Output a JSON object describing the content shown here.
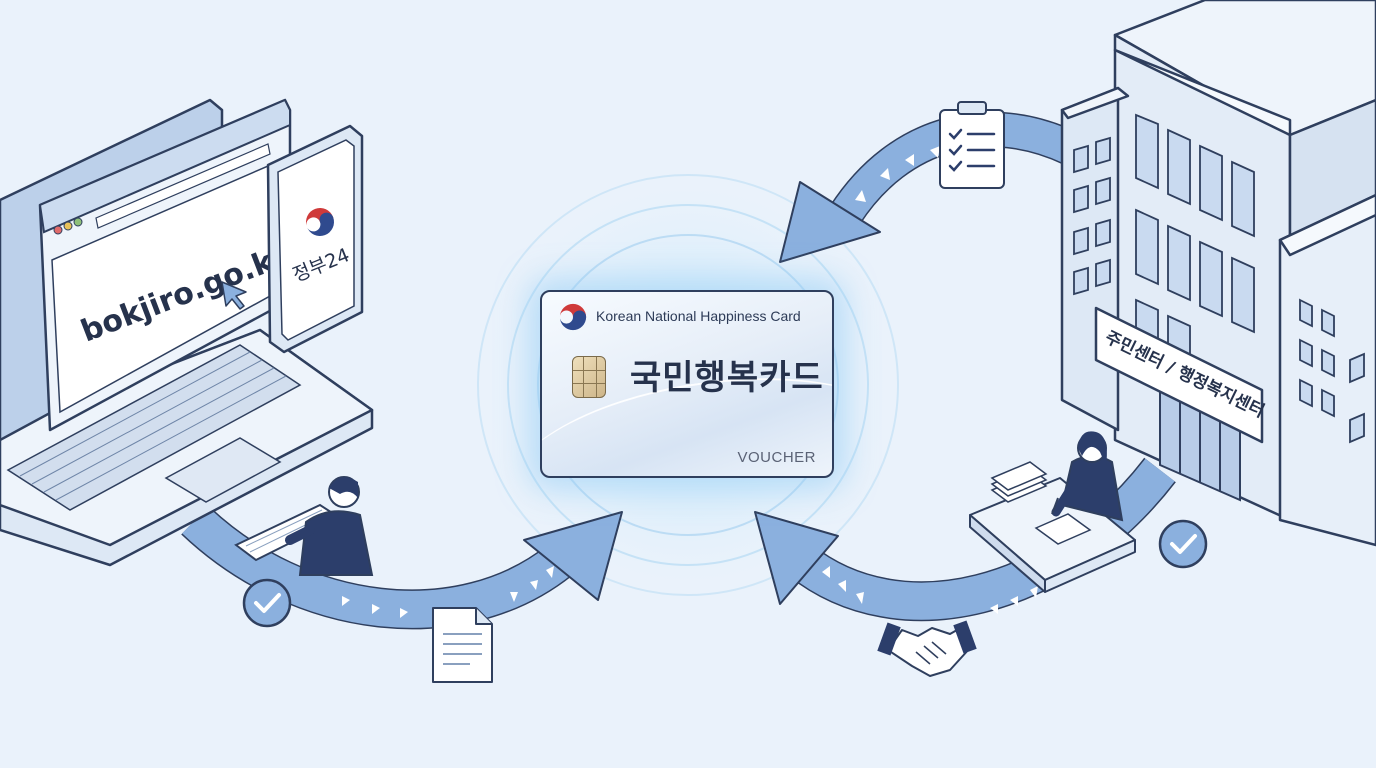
{
  "website": {
    "url": "bokjiro.go.kr"
  },
  "phone": {
    "app_name": "정부24"
  },
  "card": {
    "brand": "Korean National Happiness Card",
    "title": "국민행복카드",
    "type": "VOUCHER"
  },
  "office": {
    "sign": "주민센터 / 행정복지센터"
  },
  "icons": [
    "browser-cursor-icon",
    "taegeuk-emblem-icon",
    "checkmark-icon",
    "document-icon",
    "clipboard-checklist-icon",
    "handshake-icon",
    "card-chip-icon"
  ],
  "colors": {
    "arrow": "#7fa6d9",
    "outline": "#2f3f5e",
    "background": "#eaf2fb",
    "glow": "#9fd3f5"
  }
}
